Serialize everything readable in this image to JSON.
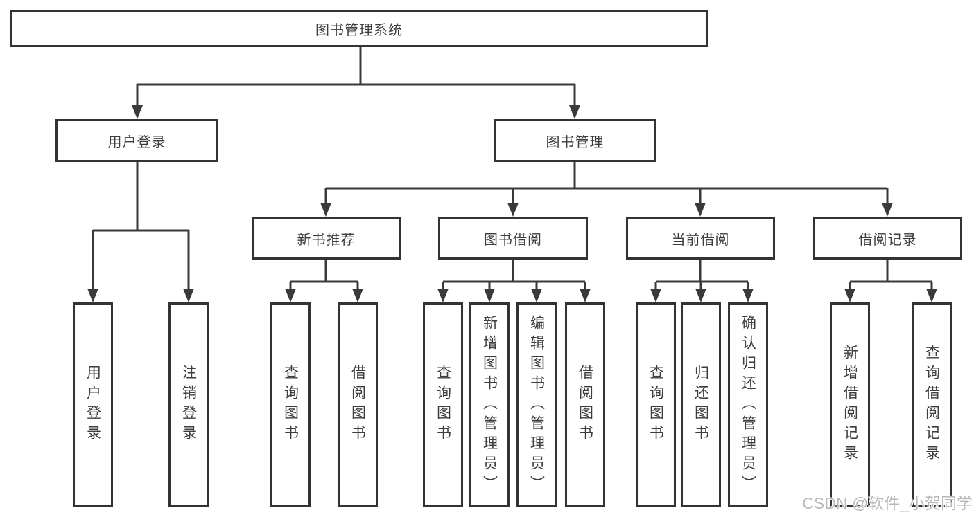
{
  "colors": {
    "background": "#ffffff",
    "line": "#3a3a3a",
    "box_border": "#333333",
    "text": "#3d3d3d",
    "watermark": "#b9b9b9"
  },
  "diagram": {
    "root": {
      "label": "图书管理系统"
    },
    "branches": [
      {
        "label": "用户登录",
        "children": [
          {
            "label": "用户登录"
          },
          {
            "label": "注销登录"
          }
        ]
      },
      {
        "label": "图书管理",
        "children": [
          {
            "label": "新书推荐",
            "children": [
              {
                "label": "查询图书"
              },
              {
                "label": "借阅图书"
              }
            ]
          },
          {
            "label": "图书借阅",
            "children": [
              {
                "label": "查询图书"
              },
              {
                "label": "新增图书（管理员）"
              },
              {
                "label": "编辑图书（管理员）"
              },
              {
                "label": "借阅图书"
              }
            ]
          },
          {
            "label": "当前借阅",
            "children": [
              {
                "label": "查询图书"
              },
              {
                "label": "归还图书"
              },
              {
                "label": "确认归还（管理员）"
              }
            ]
          },
          {
            "label": "借阅记录",
            "children": [
              {
                "label": "新增借阅记录"
              },
              {
                "label": "查询借阅记录"
              }
            ]
          }
        ]
      }
    ]
  },
  "watermark": {
    "text": "CSDN @软件_小贺同学"
  }
}
